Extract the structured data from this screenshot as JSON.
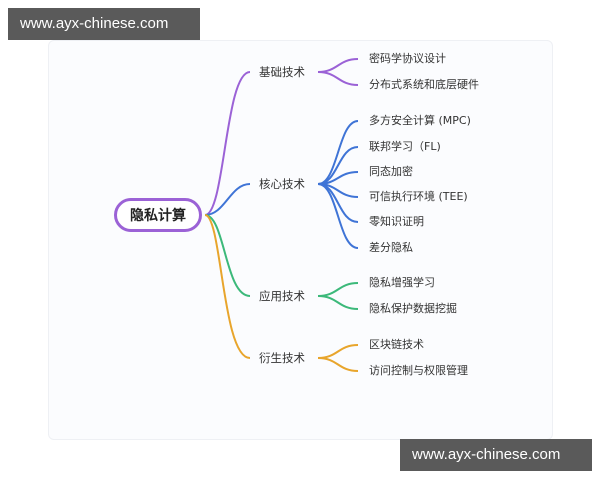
{
  "watermarks": {
    "top": "www.ayx-chinese.com",
    "bottom": "www.ayx-chinese.com"
  },
  "mindmap": {
    "root": {
      "label": "隐私计算",
      "color": "#9b62d6"
    },
    "branches": [
      {
        "label": "基础技术",
        "color": "#9b62d6",
        "children": [
          "密码学协议设计",
          "分布式系统和底层硬件"
        ]
      },
      {
        "label": "核心技术",
        "color": "#3f74d6",
        "children": [
          "多方安全计算 (MPC)",
          "联邦学习（FL)",
          "同态加密",
          "可信执行环境 (TEE)",
          "零知识证明",
          "差分隐私"
        ]
      },
      {
        "label": "应用技术",
        "color": "#3cb97a",
        "children": [
          "隐私增强学习",
          "隐私保护数据挖掘"
        ]
      },
      {
        "label": "衍生技术",
        "color": "#e8a52c",
        "children": [
          "区块链技术",
          "访问控制与权限管理"
        ]
      }
    ]
  }
}
